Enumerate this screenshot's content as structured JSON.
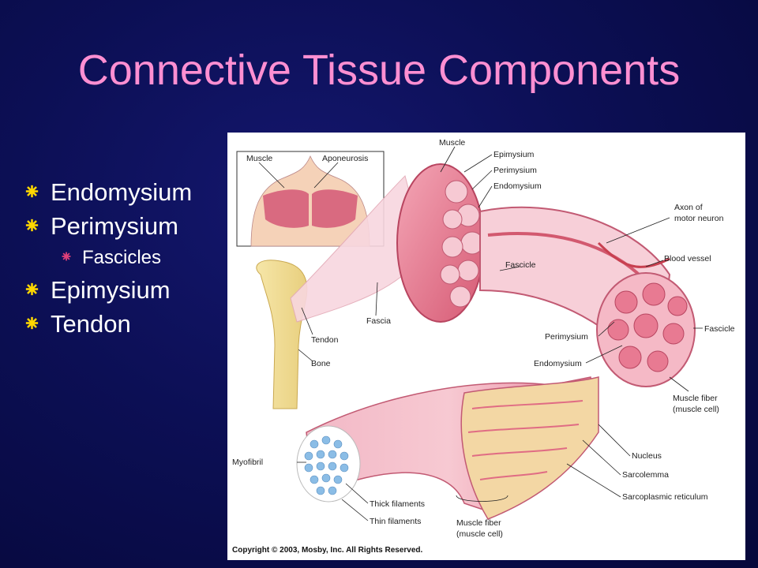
{
  "slide": {
    "title": "Connective Tissue Components",
    "bullets": [
      {
        "text": "Endomysium",
        "level": 1
      },
      {
        "text": "Perimysium",
        "level": 1
      },
      {
        "text": "Fascicles",
        "level": 2
      },
      {
        "text": "Epimysium",
        "level": 1
      },
      {
        "text": "Tendon",
        "level": 1
      }
    ],
    "colors": {
      "title": "#ff8fd2",
      "bullet": "#ffd700",
      "sub_bullet": "#e0407a",
      "background": "#0c0f55"
    }
  },
  "figure": {
    "labels": {
      "muscle_inset": "Muscle",
      "aponeurosis": "Aponeurosis",
      "muscle": "Muscle",
      "epimysium": "Epimysium",
      "perimysium_top": "Perimysium",
      "endomysium_top": "Endomysium",
      "axon_line1": "Axon of",
      "axon_line2": "motor neuron",
      "fascicle_left": "Fascicle",
      "blood_vessel": "Blood vessel",
      "tendon": "Tendon",
      "fascia": "Fascia",
      "perimysium_mid": "Perimysium",
      "fascicle_right": "Fascicle",
      "bone": "Bone",
      "endomysium_mid": "Endomysium",
      "muscle_fiber_line1": "Muscle fiber",
      "muscle_fiber_line2": "(muscle cell)",
      "myofibril": "Myofibril",
      "nucleus": "Nucleus",
      "sarcolemma": "Sarcolemma",
      "sarcoplasmic_reticulum": "Sarcoplasmic reticulum",
      "thick_filaments": "Thick filaments",
      "thin_filaments": "Thin filaments",
      "muscle_fiber_bottom_line1": "Muscle fiber",
      "muscle_fiber_bottom_line2": "(muscle cell)"
    },
    "copyright": "Copyright © 2003, Mosby, Inc. All Rights Reserved."
  }
}
